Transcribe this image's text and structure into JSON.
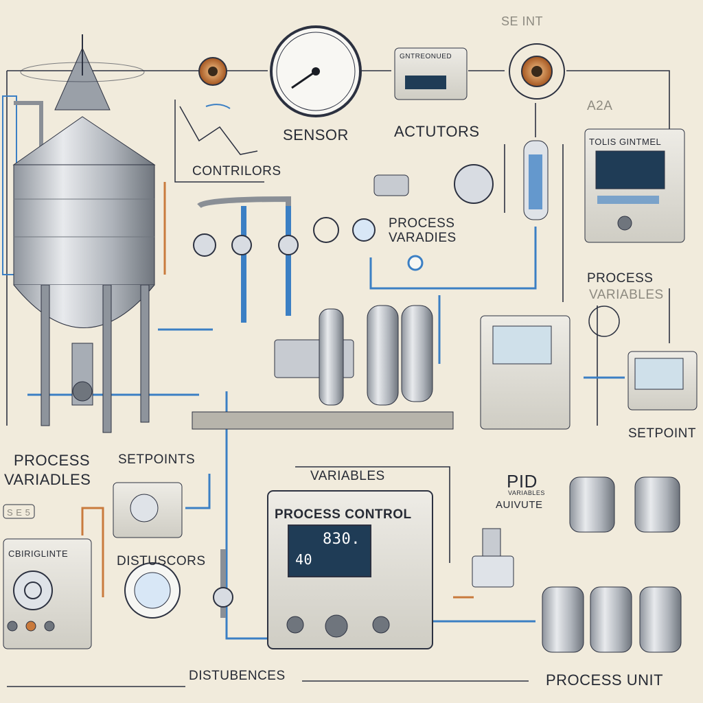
{
  "labels": {
    "top_faint": "SE        INT",
    "sensor": "SENSOR",
    "actuators": "ACTUTORS",
    "controllers": "CONTRILORS",
    "a2a": "A2A",
    "panel_title": "TOLIS  GINTMEL",
    "process_variables_mid": "PROCESS\nVARADIES",
    "process_variables_right_1": "PROCESS",
    "process_variables_right_2": "VARIABLES",
    "setpoint_right": "SETPOINT",
    "process_variables_left_1": "PROCESS",
    "process_variables_left_2": "VARIADLES",
    "setpoints": "SETPOINTS",
    "variables": "VARIABLES",
    "pid": "PID",
    "pid_sub_1": "VARIABLES",
    "pid_sub_2": "AUIVUTE",
    "distuscors": "DISTUSCORS",
    "process_control": "PROCESS CONTROL",
    "controller_display_1": "830.",
    "controller_display_2": "40",
    "left_unit_title": "CBIRIGLINTE",
    "left_tag": "S E 5",
    "disturbances": "DISTUBENCES",
    "process_unit": "PROCESS UNIT",
    "actuator_box_label": "GNTREONUED"
  },
  "colors": {
    "background": "#f1ebdc",
    "ink": "#262a34",
    "pipe_blue": "#3b7fc4",
    "pipe_grey": "#8a8f96",
    "copper": "#c97a3c",
    "metal": "#b8bcc2",
    "panel": "#dedcd2",
    "screen": "#1f3c56"
  }
}
